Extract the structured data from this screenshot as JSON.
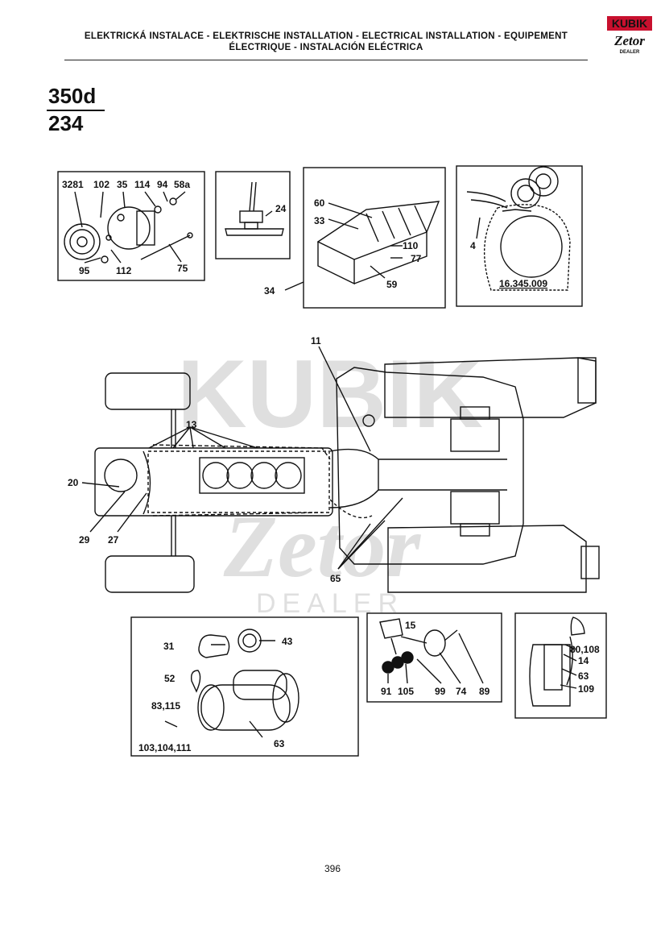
{
  "header": {
    "line1": "ELEKTRICKÁ INSTALACE - ELEKTRISCHE INSTALLATION - ELECTRICAL INSTALLATION - EQUIPEMENT",
    "line2": "ÉLECTRIQUE - INSTALACIÓN ELÉCTRICA"
  },
  "logo": {
    "brand": "KUBIK",
    "sub": "Zetor",
    "tag": "DEALER",
    "color": "#c8102e"
  },
  "watermark": {
    "brand": "KUBIK",
    "sub": "Zetor",
    "tag": "DEALER"
  },
  "code": {
    "top": "350d",
    "bottom": "234"
  },
  "page_number": "396",
  "panels": {
    "alternator": {
      "labels": [
        "3281",
        "102",
        "35",
        "114",
        "94",
        "58a",
        "95",
        "112",
        "75"
      ]
    },
    "sensor": {
      "labels": [
        "24"
      ]
    },
    "fusebox": {
      "labels": [
        "60",
        "33",
        "110",
        "77",
        "59",
        "34"
      ]
    },
    "horn": {
      "labels": [
        "4",
        "16.345.009"
      ]
    },
    "starter": {
      "labels": [
        "31",
        "43",
        "52",
        "83,115",
        "103,104,111",
        "63"
      ]
    },
    "switch": {
      "labels": [
        "15",
        "91",
        "105",
        "99",
        "74",
        "89"
      ]
    },
    "relay": {
      "labels": [
        "80,108",
        "14",
        "63",
        "109"
      ]
    }
  },
  "main_diagram": {
    "labels": [
      "11",
      "13",
      "20",
      "29",
      "27",
      "65"
    ]
  }
}
